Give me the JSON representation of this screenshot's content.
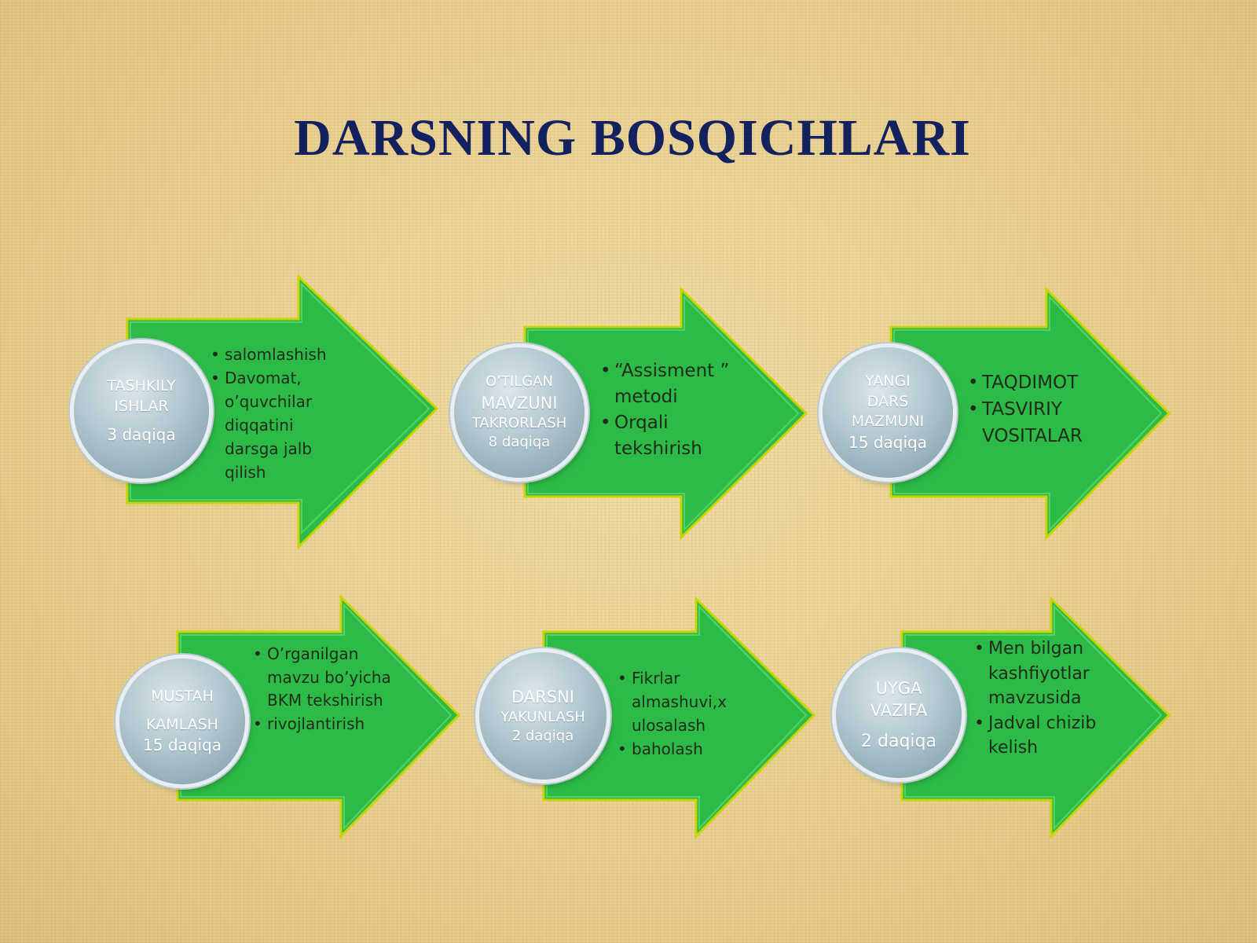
{
  "title": "DARSNING BOSQICHLARI",
  "colors": {
    "title": "#13225f",
    "arrow_fill": "#2dbb47",
    "arrow_outline": "#c9d400",
    "circle": "#a9bfc9",
    "background": "#ecd59a"
  },
  "stages": [
    {
      "circle_lines": [
        "TASHKILY",
        "ISHLAR",
        "3 daqiqa"
      ],
      "bullets": [
        "salomlashish",
        "Davomat, o’quvchilar diqqatini darsga jalb qilish"
      ]
    },
    {
      "circle_lines": [
        "O’TILGAN",
        "MAVZUNI",
        "TAKRORLASH",
        "8 daqiqa"
      ],
      "bullets": [
        "“Assisment ” metodi",
        "Orqali tekshirish"
      ]
    },
    {
      "circle_lines": [
        "YANGI",
        "DARS",
        "MAZMUNI",
        "15 daqiqa"
      ],
      "bullets": [
        "TAQDIMOT",
        "TASVIRIY VOSITALAR"
      ]
    },
    {
      "circle_lines": [
        "MUSTAH",
        "KAMLASH",
        "15 daqiqa"
      ],
      "bullets": [
        "O’rganilgan mavzu bo’yicha BKM tekshirish",
        "rivojlantirish"
      ]
    },
    {
      "circle_lines": [
        "DARSNI",
        "YAKUNLASH",
        "2 daqiqa"
      ],
      "bullets": [
        "Fikrlar almashuvi,x ulosalash",
        "baholash"
      ]
    },
    {
      "circle_lines": [
        "UYGA",
        "VAZIFA",
        "2 daqiqa"
      ],
      "bullets": [
        "Men bilgan kashfiyotlar mavzusida",
        "Jadval chizib kelish"
      ]
    }
  ]
}
